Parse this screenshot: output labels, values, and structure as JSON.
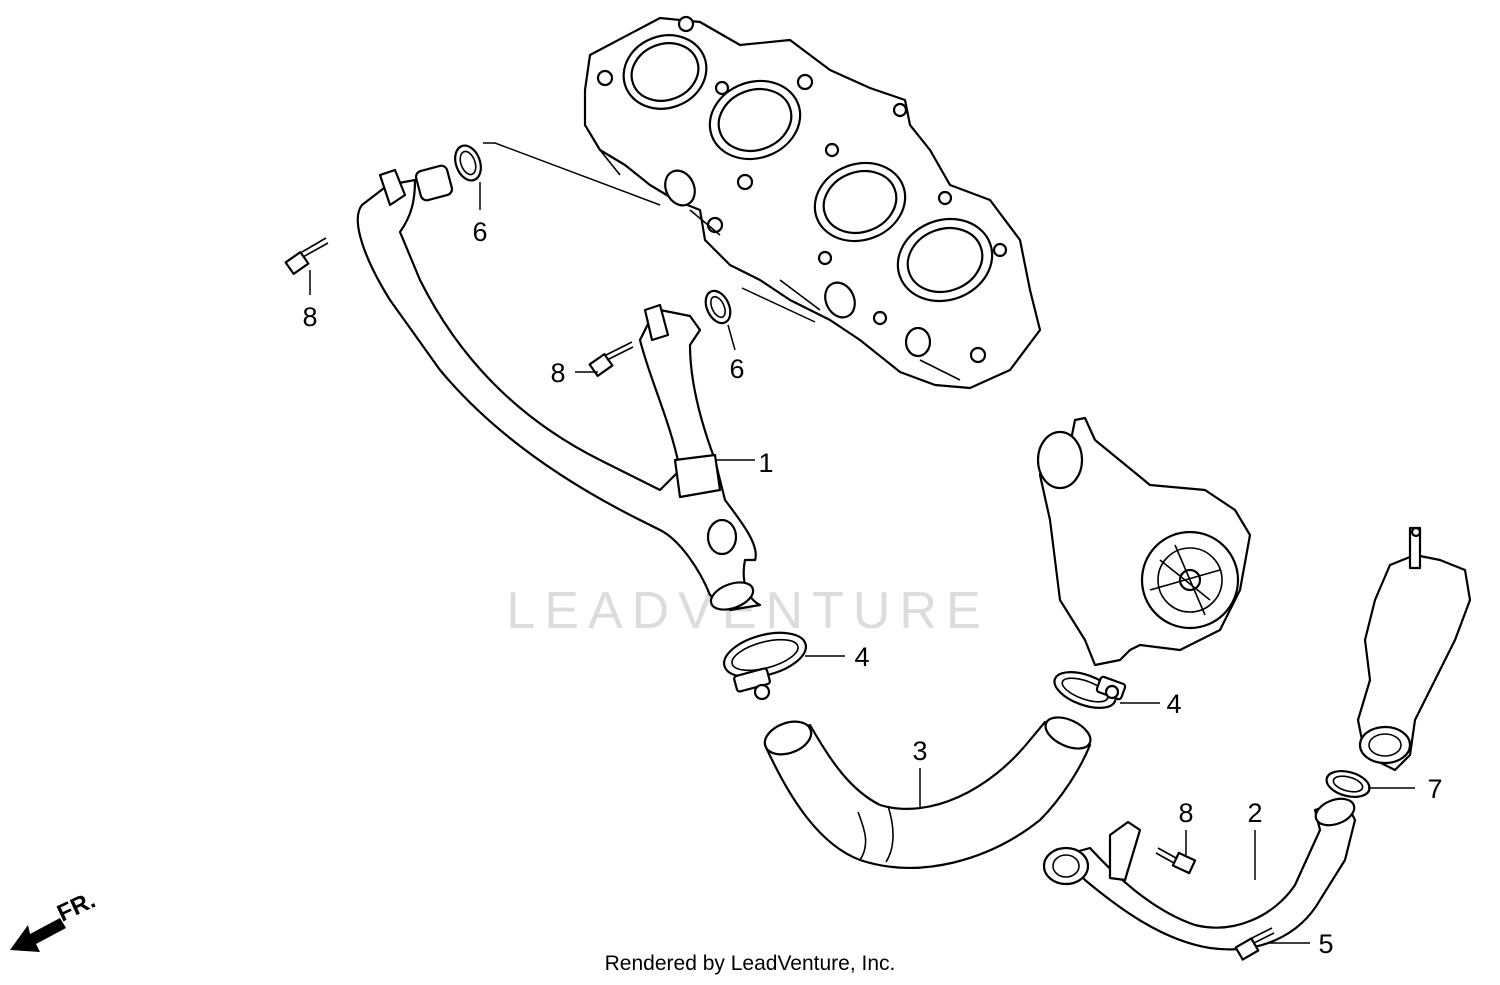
{
  "watermark": "LEADVENTURE",
  "footer": "Rendered by LeadVenture, Inc.",
  "direction_label": "FR.",
  "callouts": {
    "c1": "1",
    "c2": "2",
    "c3": "3",
    "c4a": "4",
    "c4b": "4",
    "c5": "5",
    "c6a": "6",
    "c6b": "6",
    "c7": "7",
    "c8a": "8",
    "c8b": "8",
    "c8c": "8"
  }
}
